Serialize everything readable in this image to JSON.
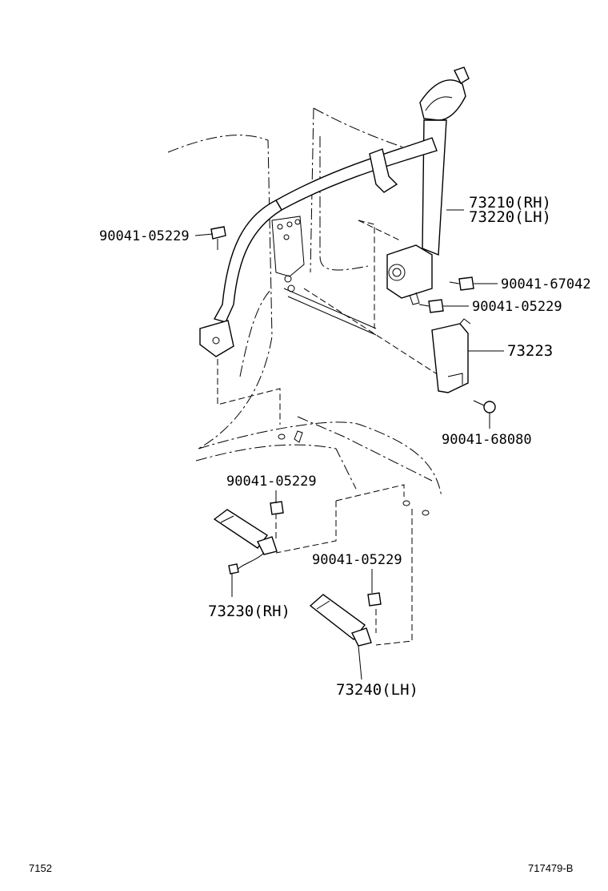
{
  "parts": {
    "retractor_rh": "73210(RH)",
    "retractor_lh": "73220(LH)",
    "bolt_upper_left": "90041-05229",
    "bolt_retractor_top": "90041-67042",
    "bolt_retractor_bottom": "90041-05229",
    "cover": "73223",
    "screw_cover": "90041-68080",
    "bolt_buckle_rh": "90041-05229",
    "buckle_rh": "73230(RH)",
    "bolt_buckle_lh": "90041-05229",
    "buckle_lh": "73240(LH)"
  },
  "footer": {
    "page_number": "7152",
    "figure_code": "717479-B"
  }
}
